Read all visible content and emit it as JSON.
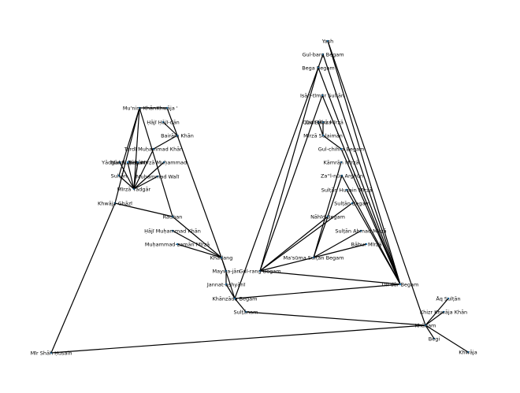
{
  "colors": {
    "edge": "#000000",
    "node": "#1f77b4",
    "background": "#ffffff"
  },
  "nodes": [
    {
      "id": "yash",
      "label": "Yash"
    },
    {
      "id": "gulbarg",
      "label": "Gul-barg Begam"
    },
    {
      "id": "bega",
      "label": "Bega Begam"
    },
    {
      "id": "isan",
      "label": "Isān-tīmūr Sulṭān"
    },
    {
      "id": "qiatmirza",
      "label": "Qiat Mirza"
    },
    {
      "id": "tarzuq",
      "label": "Qiat Bābā Mīrzā"
    },
    {
      "id": "mirzasulaiman",
      "label": "Mīrzā Sulaimān"
    },
    {
      "id": "gulchihra",
      "label": "Gul-chihra Begam"
    },
    {
      "id": "kamran",
      "label": "Kāmrān Mīrzā"
    },
    {
      "id": "zainab",
      "label": "Za''l-nūn Arghūn"
    },
    {
      "id": "sultanhusain",
      "label": "Sulṭān Husain Mīrzā"
    },
    {
      "id": "sultanbegam",
      "label": "Sulṭān Begam"
    },
    {
      "id": "nahid",
      "label": "Nāhīd Begam"
    },
    {
      "id": "sultanahmad",
      "label": "Sulṭān Ahmad Mīrzā"
    },
    {
      "id": "babur",
      "label": "Bābur Mīrzā"
    },
    {
      "id": "masuma",
      "label": "Ma'sūma Sulṭān Begam"
    },
    {
      "id": "gulrang",
      "label": "Gul-rang Begam"
    },
    {
      "id": "dildar",
      "label": "Dil-dār Begam"
    },
    {
      "id": "aqsultan",
      "label": "Āq Sulṭān"
    },
    {
      "id": "khizr",
      "label": "Khizr Khwāja Khān"
    },
    {
      "id": "khanam",
      "label": "Khānam"
    },
    {
      "id": "begi",
      "label": "Begi"
    },
    {
      "id": "khwaja",
      "label": "Khwāja"
    },
    {
      "id": "munim",
      "label": "Mu'nim Khān"
    },
    {
      "id": "khwaja2",
      "label": "Khwāja '"
    },
    {
      "id": "hajibegam",
      "label": "Ḥājī Ḥājī-dān"
    },
    {
      "id": "bairam",
      "label": "Bairām Khān"
    },
    {
      "id": "tardi",
      "label": "Tardī Muḥammad Khān"
    },
    {
      "id": "yadgar",
      "label": "Yādgār Sulṭān"
    },
    {
      "id": "mahdi",
      "label": "Mahdi Sulṭān"
    },
    {
      "id": "begam2",
      "label": "Begam"
    },
    {
      "id": "mirzamuhammad",
      "label": "Mīrzā Muḥammad"
    },
    {
      "id": "sultan",
      "label": "Sulṭān"
    },
    {
      "id": "muhammadwali",
      "label": "Muḥammad Walī"
    },
    {
      "id": "mirzayadgar",
      "label": "Mīrzā Yādgār"
    },
    {
      "id": "khwajaghazi",
      "label": "Khwāja Ghāzī"
    },
    {
      "id": "rauhan",
      "label": "Rauhan"
    },
    {
      "id": "hajimuhammad",
      "label": "Ḥājī Muḥammad Khān"
    },
    {
      "id": "muhammadzaman",
      "label": "Muḥammad-zamān Mīrzā"
    },
    {
      "id": "khadang",
      "label": "Khadang"
    },
    {
      "id": "mayweh",
      "label": "Maywa-jān"
    },
    {
      "id": "jannat",
      "label": "Jannat-ashyānī"
    },
    {
      "id": "khanzada",
      "label": "Khānzāda Begam"
    },
    {
      "id": "sultanam",
      "label": "Sulṭānam"
    },
    {
      "id": "mirshah",
      "label": "Mīr Shāh Ḥusain"
    }
  ],
  "edges": [
    [
      "yash",
      "dildar"
    ],
    [
      "yash",
      "khanam"
    ],
    [
      "gulbarg",
      "dildar"
    ],
    [
      "bega",
      "dildar"
    ],
    [
      "bega",
      "gulrang"
    ],
    [
      "gulbarg",
      "khanzada"
    ],
    [
      "isan",
      "gulrang"
    ],
    [
      "isan",
      "dildar"
    ],
    [
      "qiatmirza",
      "mirzasulaiman"
    ],
    [
      "tarzuq",
      "mirzasulaiman"
    ],
    [
      "mirzasulaiman",
      "gulchihra"
    ],
    [
      "gulchihra",
      "dildar"
    ],
    [
      "kamran",
      "masuma"
    ],
    [
      "zainab",
      "masuma"
    ],
    [
      "zainab",
      "dildar"
    ],
    [
      "sultanhusain",
      "dildar"
    ],
    [
      "sultanbegam",
      "gulrang"
    ],
    [
      "nahid",
      "gulrang"
    ],
    [
      "sultanahmad",
      "masuma"
    ],
    [
      "babur",
      "masuma"
    ],
    [
      "masuma",
      "gulrang"
    ],
    [
      "gulrang",
      "dildar"
    ],
    [
      "dildar",
      "khanzada"
    ],
    [
      "khanzada",
      "sultanam"
    ],
    [
      "sultanam",
      "khanam"
    ],
    [
      "khanam",
      "mirshah"
    ],
    [
      "khizr",
      "khanam"
    ],
    [
      "aqsultan",
      "khanam"
    ],
    [
      "khanam",
      "begi"
    ],
    [
      "khanam",
      "khwaja"
    ],
    [
      "munim",
      "khwaja2"
    ],
    [
      "munim",
      "mirzayadgar"
    ],
    [
      "munim",
      "khwajaghazi"
    ],
    [
      "munim",
      "sultan"
    ],
    [
      "munim",
      "rauhan"
    ],
    [
      "khwaja2",
      "bairam"
    ],
    [
      "bairam",
      "tardi"
    ],
    [
      "tardi",
      "mirzayadgar"
    ],
    [
      "hajibegam",
      "bairam"
    ],
    [
      "yadgar",
      "mirzayadgar"
    ],
    [
      "mahdi",
      "mirzayadgar"
    ],
    [
      "begam2",
      "mirzayadgar"
    ],
    [
      "mirzamuhammad",
      "mirzayadgar"
    ],
    [
      "muhammadwali",
      "mirzayadgar"
    ],
    [
      "sultan",
      "mirzayadgar"
    ],
    [
      "khwajaghazi",
      "rauhan"
    ],
    [
      "rauhan",
      "khadang"
    ],
    [
      "bairam",
      "khadang"
    ],
    [
      "khadang",
      "hajimuhammad"
    ],
    [
      "muhammadzaman",
      "khadang"
    ],
    [
      "khadang",
      "mayweh"
    ],
    [
      "mayweh",
      "jannat"
    ],
    [
      "jannat",
      "khanzada"
    ],
    [
      "khwajaghazi",
      "mirshah"
    ],
    [
      "khadang",
      "khanzada"
    ]
  ]
}
